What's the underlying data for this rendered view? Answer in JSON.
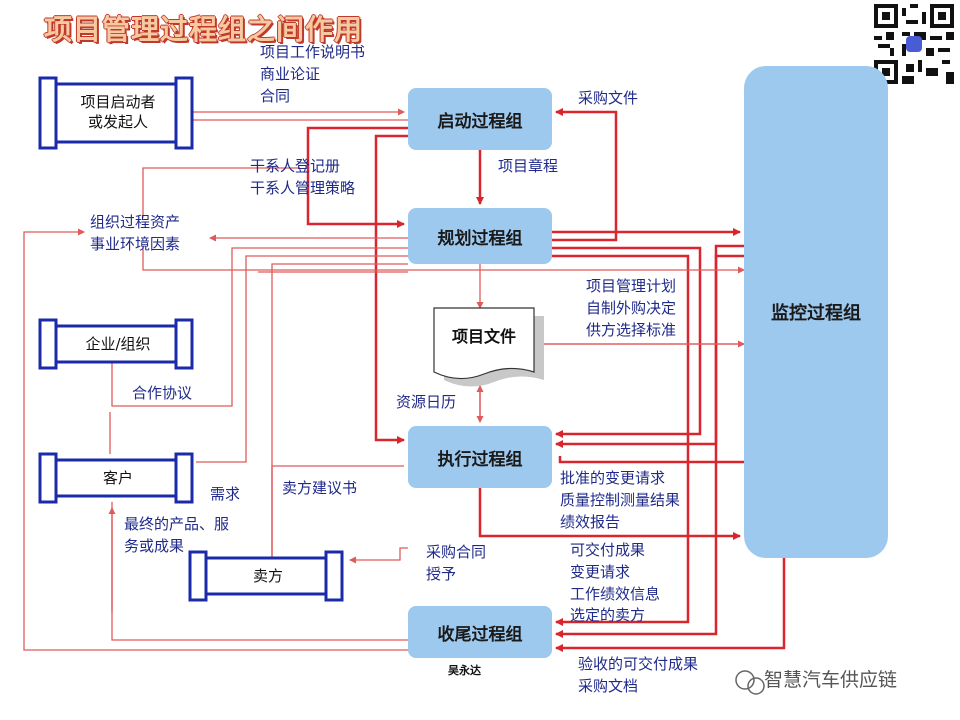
{
  "title": "项目管理过程组之间作用",
  "processes": {
    "initiating": "启动过程组",
    "planning": "规划过程组",
    "executing": "执行过程组",
    "closing": "收尾过程组",
    "monitoring": "监控过程组"
  },
  "project_documents": "项目文件",
  "entities": {
    "sponsor": "项目启动者\n或发起人",
    "enterprise": "企业/组织",
    "customer": "客户",
    "seller": "卖方",
    "org_assets": "组织过程资产\n事业环境因素"
  },
  "labels": {
    "sponsor_outputs": [
      "项目工作说明书",
      "商业论证",
      "合同"
    ],
    "procurement_docs": "采购文件",
    "project_charter": "项目章程",
    "stakeholders": [
      "干系人登记册",
      "干系人管理策略"
    ],
    "plan_outputs": [
      "项目管理计划",
      "自制外购决定",
      "供方选择标准"
    ],
    "cooperation": "合作协议",
    "resource_calendar": "资源日历",
    "requirements": "需求",
    "seller_proposals": "卖方建议书",
    "final_product": [
      "最终的产品、服",
      "务或成果"
    ],
    "procurement_contract": [
      "采购合同",
      "授予"
    ],
    "exec_outputs_1": [
      "批准的变更请求",
      "质量控制测量结果",
      "绩效报告"
    ],
    "exec_outputs_2": [
      "可交付成果",
      "变更请求",
      "工作绩效信息",
      "选定的卖方"
    ],
    "closing_outputs": [
      "验收的可交付成果",
      "采购文档"
    ]
  },
  "signature": "吴永达",
  "watermark": "智慧汽车供应链",
  "colors": {
    "process_fill": "#9ec9ee",
    "arrow": "#d9262e",
    "thin_arrow": "#e05a5a",
    "scroll": "#1a2aa8",
    "label": "#1f2a8a"
  }
}
